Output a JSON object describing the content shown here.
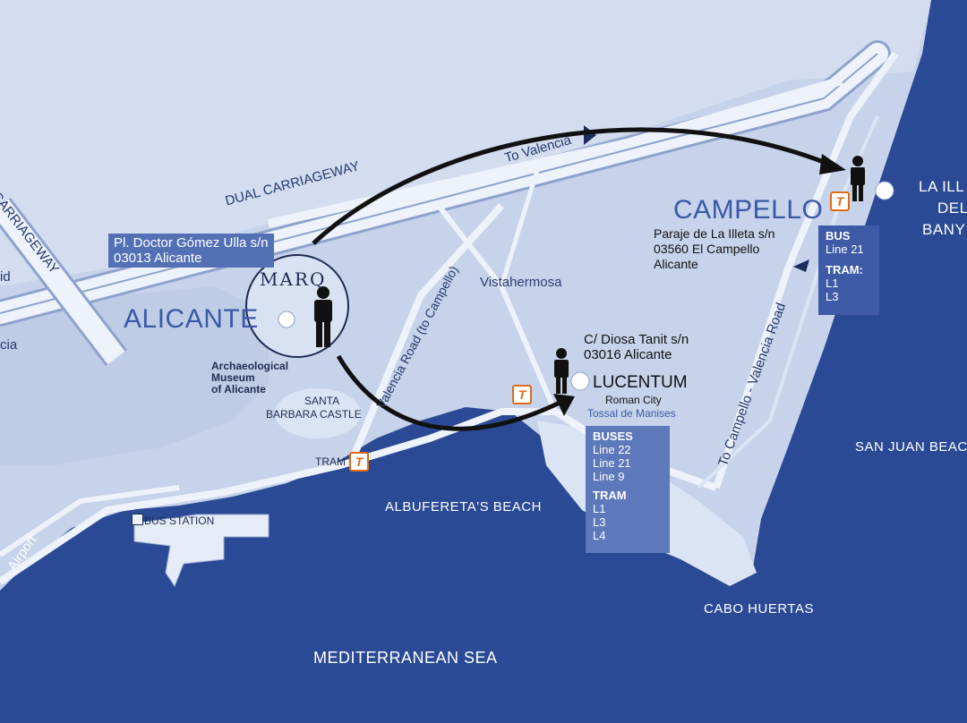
{
  "map": {
    "colors": {
      "sea": "#2b4a95",
      "land": "#c7d3ea",
      "land_light": "#dbe4f4",
      "road": "#eef2fa",
      "route_arrow": "#111111",
      "tram_badge": "#e06a16"
    },
    "cities": {
      "alicante": "ALICANTE",
      "campello": "CAMPELLO"
    },
    "places": {
      "vistahermosa": "Vistahermosa",
      "santa_barbara_1": "SANTA",
      "santa_barbara_2": "BARBARA CASTLE",
      "bus_station": "BUS STATION",
      "tram": "TRAM",
      "museum_1": "Archaeological",
      "museum_2": "Museum",
      "museum_3": "of Alicante",
      "lucentum": "LUCENTUM",
      "lucentum_sub": "Roman City",
      "lucentum_sub2": "Tossal de Manises",
      "marq_logo": "MARQ"
    },
    "roads": {
      "dual_carriageway": "DUAL CARRIAGEWAY",
      "dual_carriageway_left": "CARRIAGEWAY",
      "to_valencia": "To Valencia",
      "valencia_road": "Valencia Road (to Campello)",
      "campello_valencia": "To Campello - Valencia Road",
      "airport": "Airport",
      "left_d": "id",
      "left_cia": "cia"
    },
    "sea_labels": {
      "mediterranean": "MEDITERRANEAN SEA",
      "albufereta": "ALBUFERETA'S BEACH",
      "cabo_huertas": "CABO HUERTAS",
      "san_juan": "SAN JUAN BEAC",
      "illeta_1": "LA ILL",
      "illeta_2": "DEL",
      "illeta_3": "BANY"
    },
    "addresses": {
      "alicante_1": "Pl. Doctor Gómez Ulla s/n",
      "alicante_2": "03013 Alicante",
      "lucentum_1": "C/ Diosa Tanit s/n",
      "lucentum_2": "03016 Alicante",
      "campello_1": "Paraje de La Illeta s/n",
      "campello_2": "03560 El Campello",
      "campello_3": "Alicante"
    },
    "lucentum_transit": {
      "buses_header": "BUSES",
      "buses": [
        "Line 22",
        "Line 21",
        "Line 9"
      ],
      "tram_header": "TRAM",
      "trams": [
        "L1",
        "L3",
        "L4"
      ]
    },
    "campello_transit": {
      "bus_header": "BUS",
      "bus": "Line 21",
      "tram_header": "TRAM:",
      "trams": [
        "L1",
        "L3"
      ]
    },
    "tram_badge_letter": "T"
  }
}
